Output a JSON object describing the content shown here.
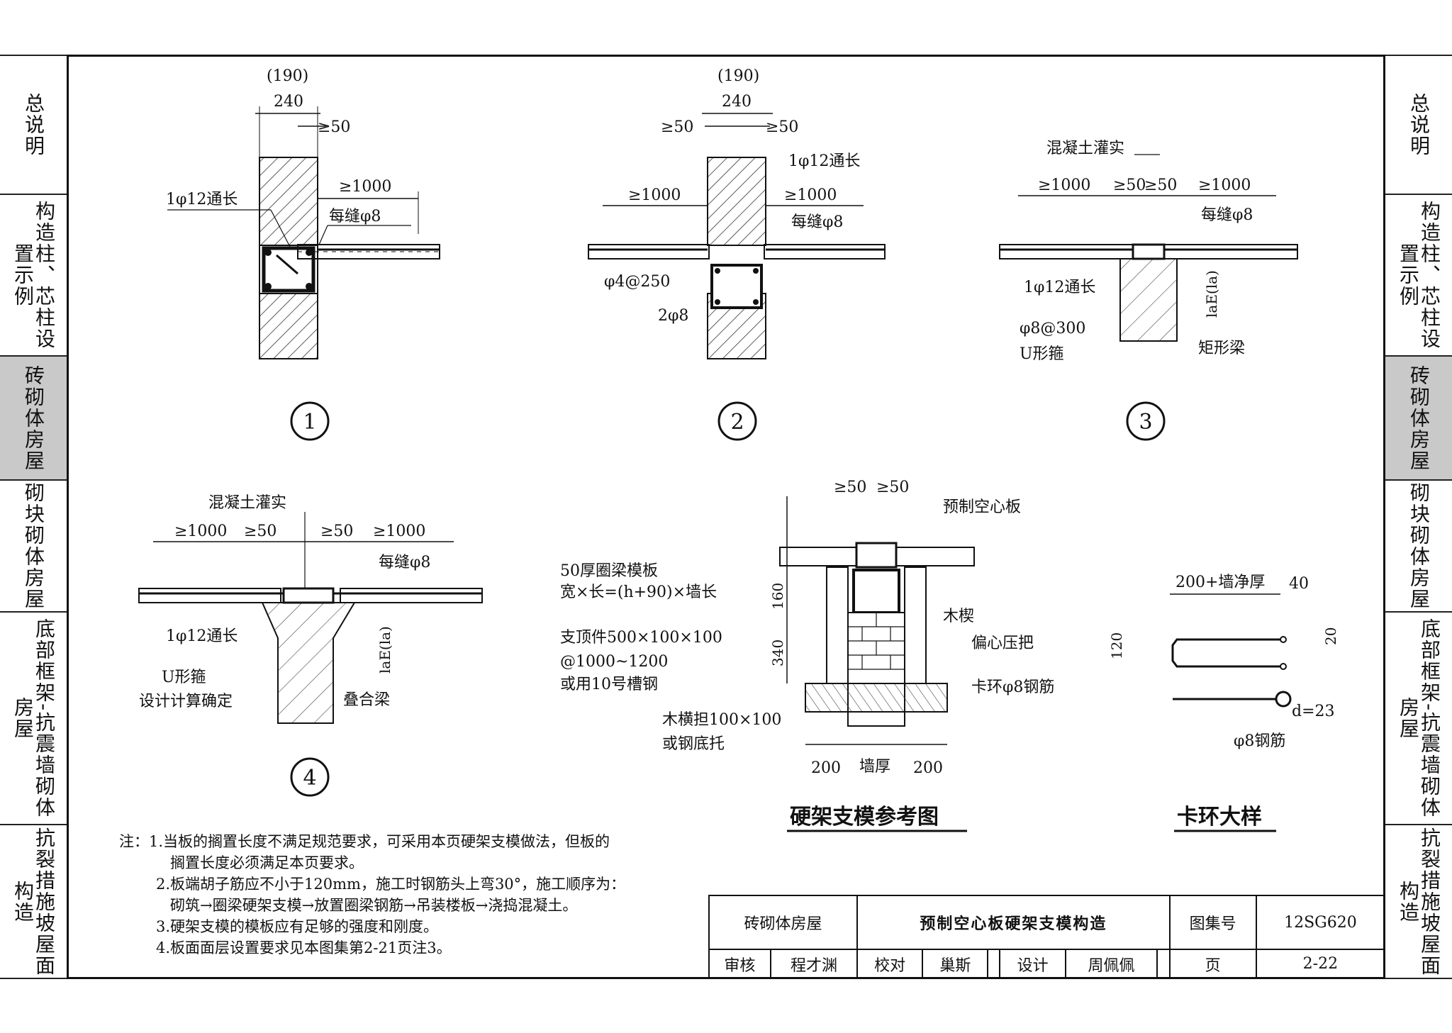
{
  "side_tabs": [
    {
      "label": "总说明",
      "active": false
    },
    {
      "label": "构造柱、芯柱设置示例",
      "active": false
    },
    {
      "label": "砖砌体房屋",
      "active": true
    },
    {
      "label": "砌块砌体房屋",
      "active": false
    },
    {
      "label": "底部框架-抗震墙砌体房屋",
      "active": false
    },
    {
      "label": "抗裂措施坡屋面构造",
      "active": false
    }
  ],
  "details": {
    "d1": {
      "num": "1",
      "dim_top": "(190)",
      "dim_240": "240",
      "dim_50": "≥50",
      "dim_1000": "≥1000",
      "rebar": "1φ12通长",
      "joint": "每缝φ8"
    },
    "d2": {
      "num": "2",
      "dim_top": "(190)",
      "dim_240": "240",
      "dim_50a": "≥50",
      "dim_50b": "≥50",
      "dim_1000a": "≥1000",
      "dim_1000b": "≥1000",
      "rebar": "1φ12通长",
      "joint": "每缝φ8",
      "stirrup": "φ4@250",
      "bars": "2φ8"
    },
    "d3": {
      "num": "3",
      "concrete": "混凝土灌实",
      "dim_1000a": "≥1000",
      "dim_50a": "≥50",
      "dim_50b": "≥50",
      "dim_1000b": "≥1000",
      "joint": "每缝φ8",
      "rebar": "1φ12通长",
      "stirrup": "φ8@300",
      "u_stirrup": "U形箍",
      "beam": "矩形梁",
      "anchor": "laE(la)"
    },
    "d4": {
      "num": "4",
      "concrete": "混凝土灌实",
      "dim_1000a": "≥1000",
      "dim_50a": "≥50",
      "dim_50b": "≥50",
      "dim_1000b": "≥1000",
      "joint": "每缝φ8",
      "rebar": "1φ12通长",
      "u_stirrup": "U形箍",
      "calc": "设计计算确定",
      "beam": "叠合梁",
      "anchor": "laE(la)"
    },
    "d5": {
      "title": "硬架支模参考图",
      "dim_50a": "≥50",
      "dim_50b": "≥50",
      "slab": "预制空心板",
      "form1": "50厚圈梁模板",
      "form2": "宽×长=(h+90)×墙长",
      "dim_160": "160",
      "dim_340": "340",
      "sup1": "支顶件500×100×100",
      "sup2": "@1000~1200",
      "sup3": "或用10号槽钢",
      "wedge": "木楔",
      "clamp": "偏心压把",
      "ring": "卡环φ8钢筋",
      "beam1": "木横担100×100",
      "beam2": "或钢底托",
      "dim_200a": "200",
      "wall": "墙厚",
      "dim_200b": "200"
    },
    "d6": {
      "title": "卡环大样",
      "dim_w": "200+墙净厚",
      "dim_40": "40",
      "dim_120": "120",
      "dim_20": "20",
      "d": "d=23",
      "bar": "φ8钢筋"
    }
  },
  "notes": [
    "注：1.当板的搁置长度不满足规范要求，可采用本页硬架支模做法，但板的",
    "搁置长度必须满足本页要求。",
    "2.板端胡子筋应不小于120mm，施工时钢筋头上弯30°，施工顺序为：",
    "砌筑→圈梁硬架支模→放置圈梁钢筋→吊装楼板→浇捣混凝土。",
    "3.硬架支模的模板应有足够的强度和刚度。",
    "4.板面面层设置要求见本图集第2-21页注3。"
  ],
  "titleblock": {
    "category": "砖砌体房屋",
    "title": "预制空心板硬架支模构造",
    "atlas_label": "图集号",
    "atlas_no": "12SG620",
    "review_label": "审核",
    "reviewer": "程才渊",
    "check_label": "校对",
    "checker": "巢斯",
    "design_label": "设计",
    "designer": "周佩佩",
    "page_label": "页",
    "page_no": "2-22"
  }
}
